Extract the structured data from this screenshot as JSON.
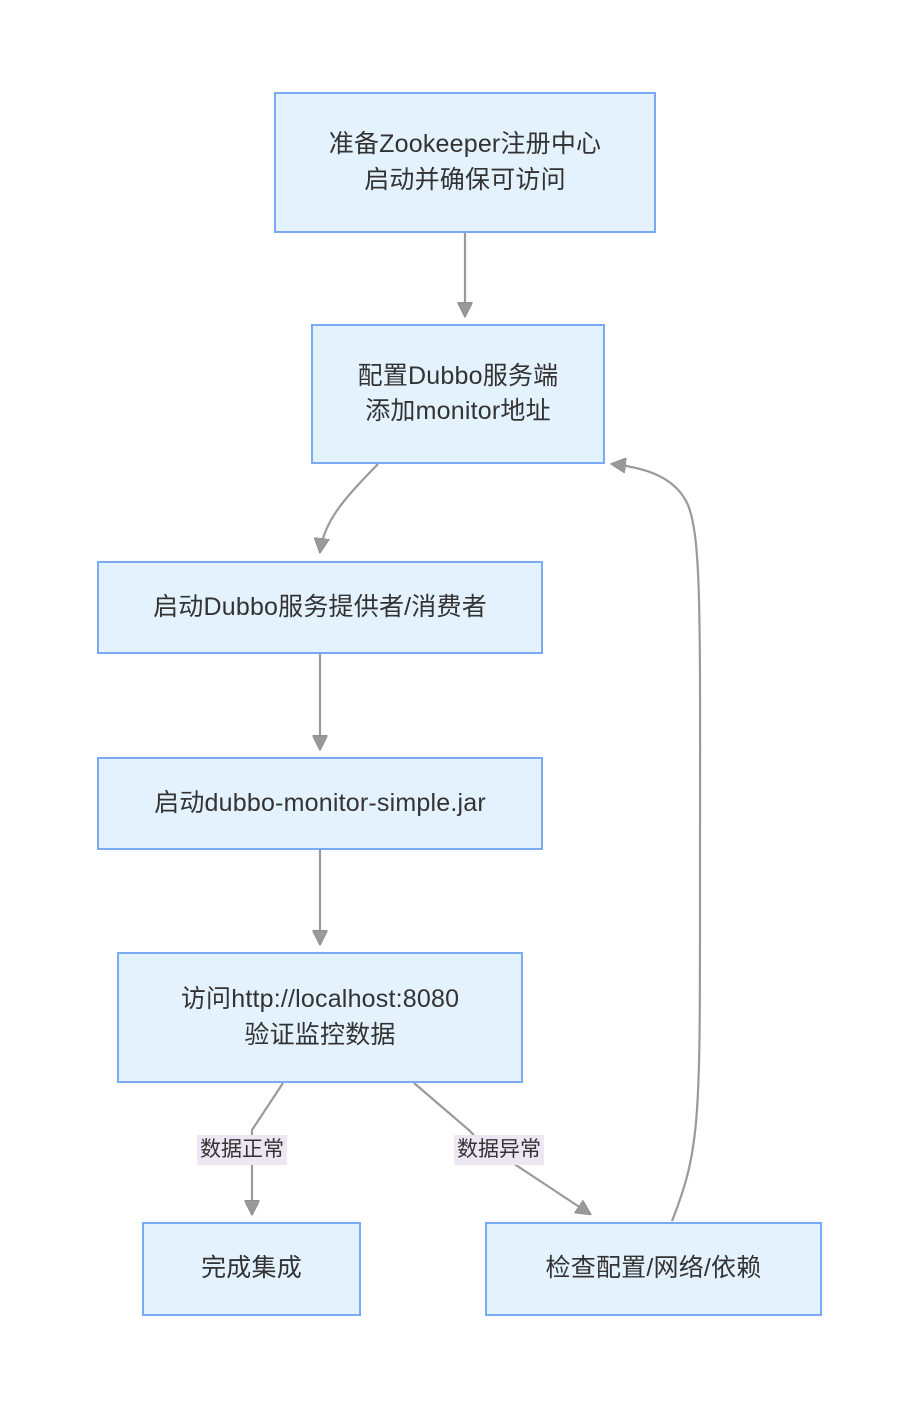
{
  "diagram": {
    "title": "Dubbo Monitor Integration Flowchart",
    "type": "flowchart",
    "direction": "top-down",
    "colors": {
      "node_fill": "#e4f2fd",
      "node_border": "#7aaaf5",
      "node_text": "#333333",
      "edge_stroke": "#999999",
      "edge_label_background": "#ede7f4",
      "canvas_background": "#ffffff"
    },
    "nodes": [
      {
        "id": "prepare-zookeeper",
        "label": "准备Zookeeper注册中心\n启动并确保可访问"
      },
      {
        "id": "configure-dubbo",
        "label": "配置Dubbo服务端\n添加monitor地址"
      },
      {
        "id": "start-provider",
        "label": "启动Dubbo服务提供者/消费者"
      },
      {
        "id": "start-monitor-jar",
        "label": "启动dubbo-monitor-simple.jar"
      },
      {
        "id": "verify-monitor",
        "label": "访问http://localhost:8080\n验证监控数据"
      },
      {
        "id": "finish",
        "label": "完成集成"
      },
      {
        "id": "check-config",
        "label": "检查配置/网络/依赖"
      }
    ],
    "edges": [
      {
        "id": "e1",
        "from": "prepare-zookeeper",
        "to": "configure-dubbo",
        "label": ""
      },
      {
        "id": "e2",
        "from": "configure-dubbo",
        "to": "start-provider",
        "label": ""
      },
      {
        "id": "e3",
        "from": "start-provider",
        "to": "start-monitor-jar",
        "label": ""
      },
      {
        "id": "e4",
        "from": "start-monitor-jar",
        "to": "verify-monitor",
        "label": ""
      },
      {
        "id": "e5",
        "from": "verify-monitor",
        "to": "finish",
        "label": "数据正常"
      },
      {
        "id": "e6",
        "from": "verify-monitor",
        "to": "check-config",
        "label": "数据异常"
      },
      {
        "id": "e7",
        "from": "check-config",
        "to": "configure-dubbo",
        "label": ""
      }
    ]
  }
}
